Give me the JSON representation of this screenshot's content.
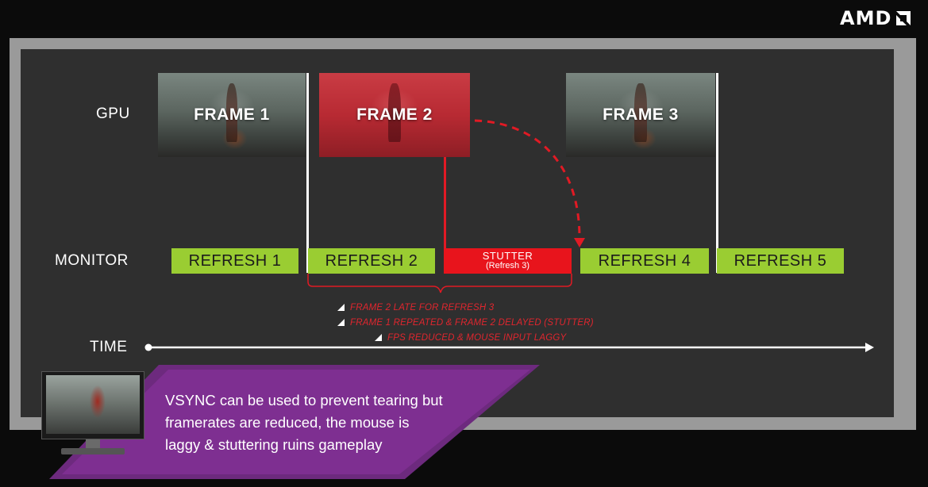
{
  "brand": {
    "logo_text": "AMD"
  },
  "rows": {
    "gpu": "GPU",
    "monitor": "MONITOR",
    "time": "TIME"
  },
  "frames": [
    {
      "label": "FRAME 1",
      "state": "normal"
    },
    {
      "label": "FRAME 2",
      "state": "late"
    },
    {
      "label": "FRAME 3",
      "state": "normal"
    }
  ],
  "refreshes": [
    {
      "label": "REFRESH 1",
      "state": "ok"
    },
    {
      "label": "REFRESH 2",
      "state": "ok"
    },
    {
      "label": "STUTTER",
      "sublabel": "(Refresh 3)",
      "state": "stutter"
    },
    {
      "label": "REFRESH 4",
      "state": "ok"
    },
    {
      "label": "REFRESH 5",
      "state": "ok"
    }
  ],
  "notes": [
    "FRAME 2 LATE FOR REFRESH 3",
    "FRAME 1 REPEATED & FRAME 2 DELAYED (STUTTER)",
    "FPS REDUCED & MOUSE INPUT  LAGGY"
  ],
  "callout": {
    "lines": [
      "VSYNC can be used to prevent tearing but",
      "framerates are reduced, the mouse is",
      "laggy & stuttering ruins gameplay"
    ]
  },
  "colors": {
    "refresh": "#9acd32",
    "stutter": "#e8141c",
    "banner": "#7a2a8a",
    "note": "#e0262e"
  },
  "icons": {
    "monitor": "monitor-icon",
    "logo_arrow": "amd-arrow-icon",
    "note_bullet": "triangle-bullet-icon"
  }
}
